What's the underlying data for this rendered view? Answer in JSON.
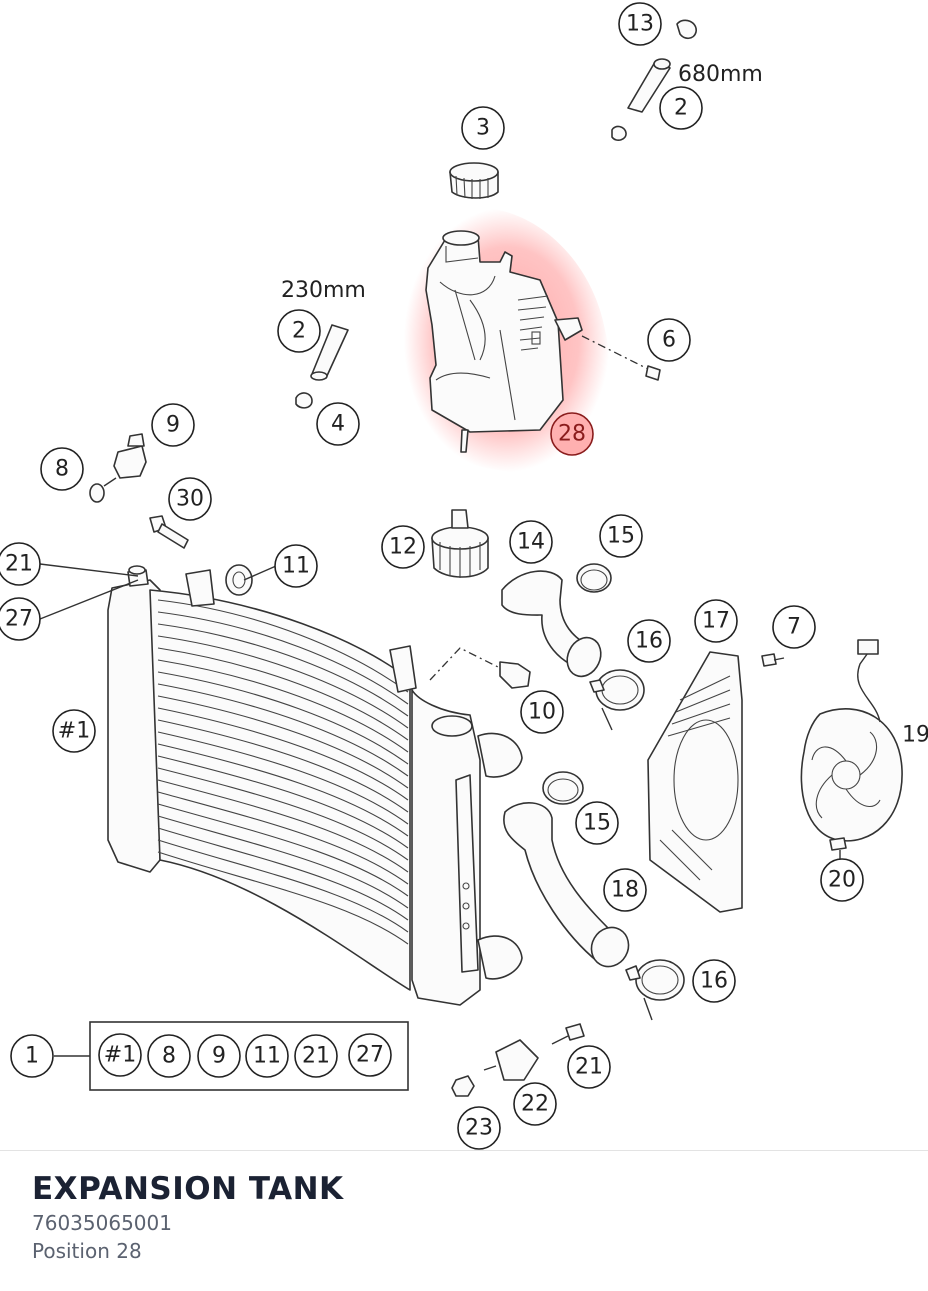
{
  "diagram": {
    "dimension_labels": {
      "hose_top": "680mm",
      "hose_left": "230mm"
    },
    "callouts": {
      "c13": "13",
      "c2a": "2",
      "c3": "3",
      "c2b": "2",
      "c6": "6",
      "c4": "4",
      "c28": "28",
      "c9": "9",
      "c8": "8",
      "c30": "30",
      "c12": "12",
      "c14": "14",
      "c15a": "15",
      "c21a": "21",
      "c11": "11",
      "c27": "27",
      "c16a": "16",
      "c17": "17",
      "c7": "7",
      "c19": "19",
      "c1a": "#1",
      "c10": "10",
      "c15b": "15",
      "c18": "18",
      "c20": "20",
      "c16b": "16",
      "c1": "1",
      "kit_1": "#1",
      "kit_8": "8",
      "kit_9": "9",
      "kit_11": "11",
      "kit_21": "21",
      "kit_27": "27",
      "c21b": "21",
      "c22": "22",
      "c23": "23"
    },
    "highlight_color": "#ff6b6b"
  },
  "selected_part": {
    "name": "EXPANSION TANK",
    "part_number": "76035065001",
    "position_label": "Position 28"
  }
}
